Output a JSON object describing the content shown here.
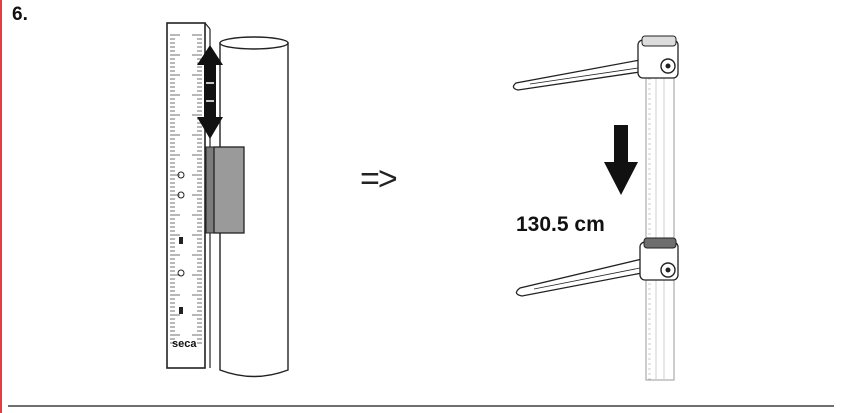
{
  "step": {
    "number": "6."
  },
  "transition": {
    "symbol": "=>"
  },
  "measurement": {
    "value": "130.5 cm"
  },
  "rod": {
    "brand": "seca"
  },
  "colors": {
    "accent_line": "#e0403f",
    "ink": "#111111",
    "rod_fill": "#ffffff",
    "slider_gray": "#9a9a9a",
    "rule_gray": "#6f6f6f"
  },
  "icons": {
    "double_arrow": "up-down-arrow-icon",
    "down_arrow": "down-arrow-icon"
  }
}
